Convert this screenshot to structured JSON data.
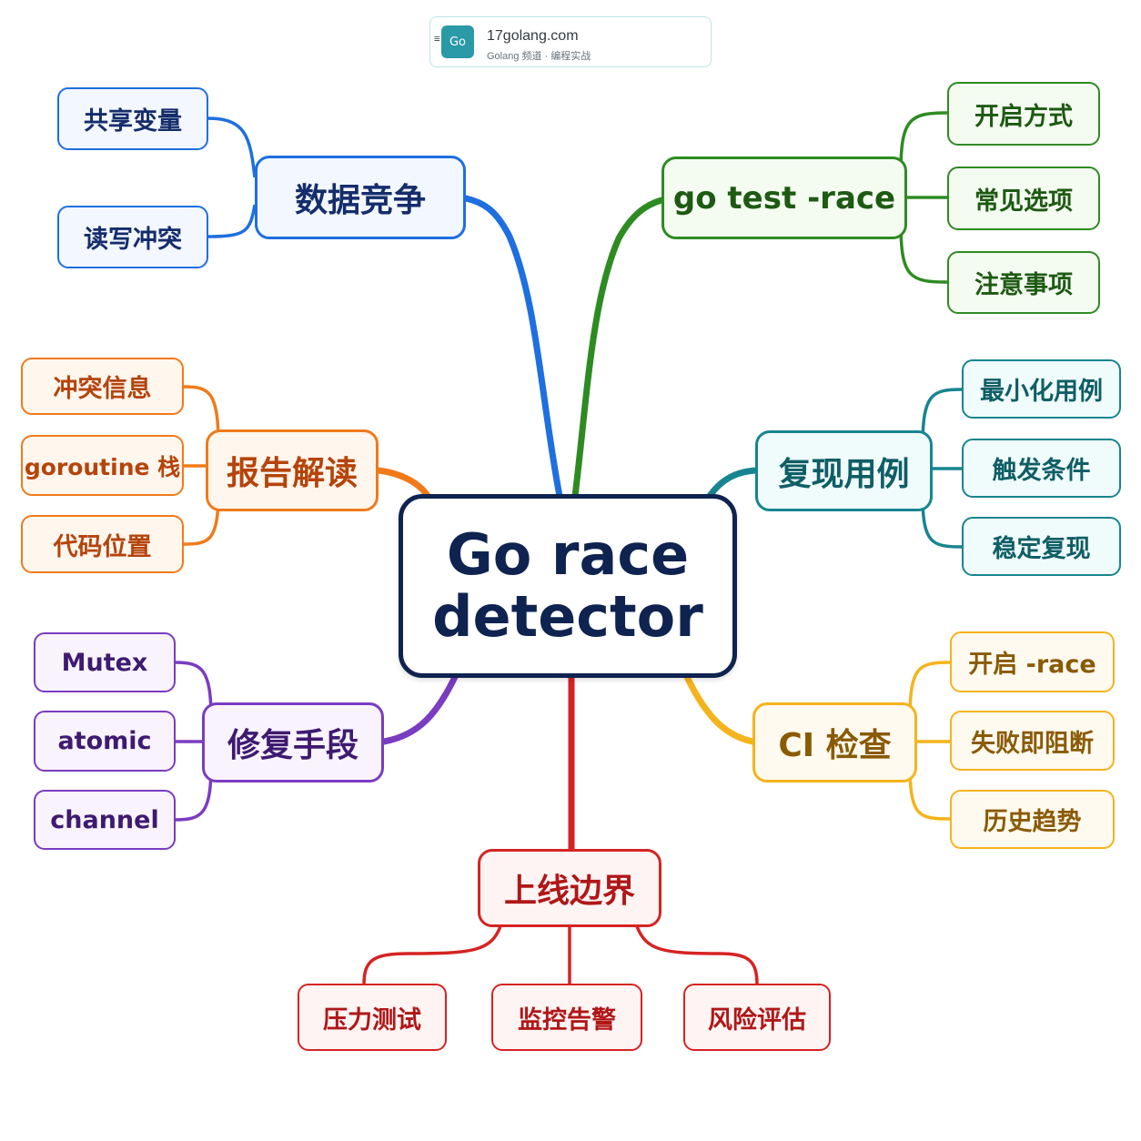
{
  "watermark": {
    "logo_text": "Go",
    "logo_icon": "menu-lines-icon",
    "site": "17golang.com",
    "subtitle": "Golang 频道 · 编程实战"
  },
  "colors": {
    "center": "#0f2350",
    "blue": "#1e6fe0",
    "green": "#2e8b22",
    "orange": "#f07a1a",
    "teal": "#17858f",
    "purple": "#7a3cc0",
    "yellow": "#f5b31c",
    "red": "#d62323"
  },
  "center": {
    "line1": "Go race",
    "line2": "detector"
  },
  "branches": {
    "data_race": {
      "label": "数据竞争",
      "leaves": [
        "共享变量",
        "读写冲突"
      ]
    },
    "go_test": {
      "label": "go test -race",
      "leaves": [
        "开启方式",
        "常见选项",
        "注意事项"
      ]
    },
    "report": {
      "label": "报告解读",
      "leaves": [
        "冲突信息",
        "goroutine 栈",
        "代码位置"
      ]
    },
    "reproduce": {
      "label": "复现用例",
      "leaves": [
        "最小化用例",
        "触发条件",
        "稳定复现"
      ]
    },
    "fix": {
      "label": "修复手段",
      "leaves": [
        "Mutex",
        "atomic",
        "channel"
      ]
    },
    "ci": {
      "label": "CI 检查",
      "leaves": [
        "开启 -race",
        "失败即阻断",
        "历史趋势"
      ]
    },
    "production": {
      "label": "上线边界",
      "leaves": [
        "压力测试",
        "监控告警",
        "风险评估"
      ]
    }
  }
}
